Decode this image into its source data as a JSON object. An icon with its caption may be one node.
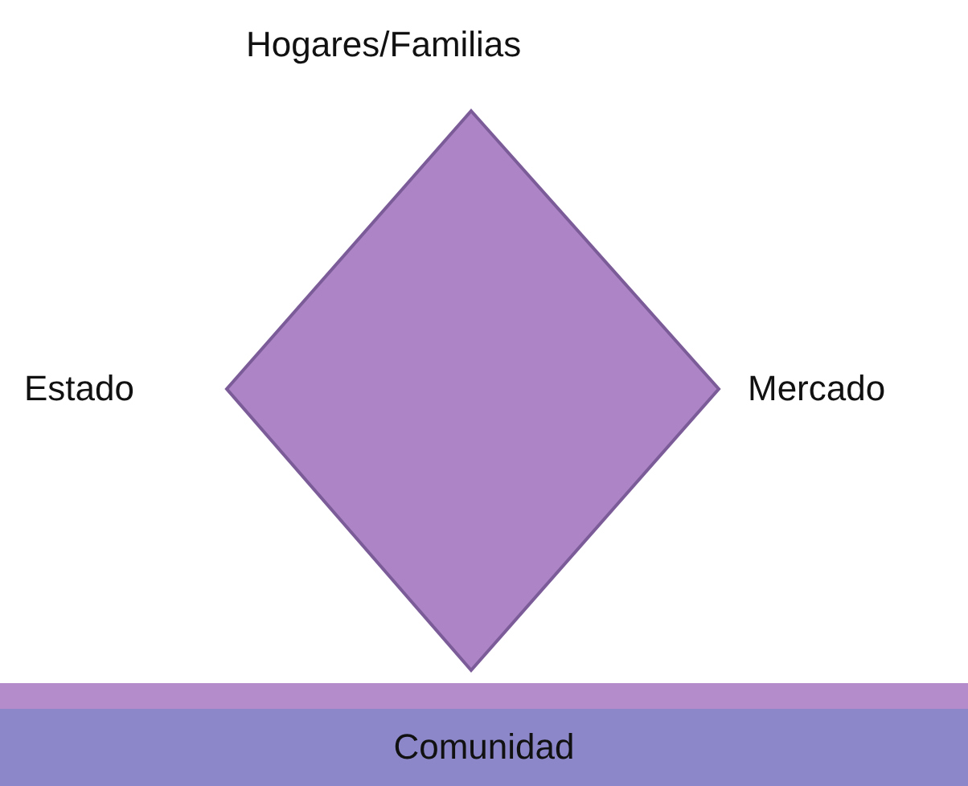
{
  "diagram": {
    "nodes": [
      {
        "text": [],
        "shape": "diamond"
      },
      {
        "text": [
          "Comunidad"
        ]
      }
    ],
    "labels": [
      "Hogares/Familias",
      "Estado",
      "Mercado"
    ]
  }
}
